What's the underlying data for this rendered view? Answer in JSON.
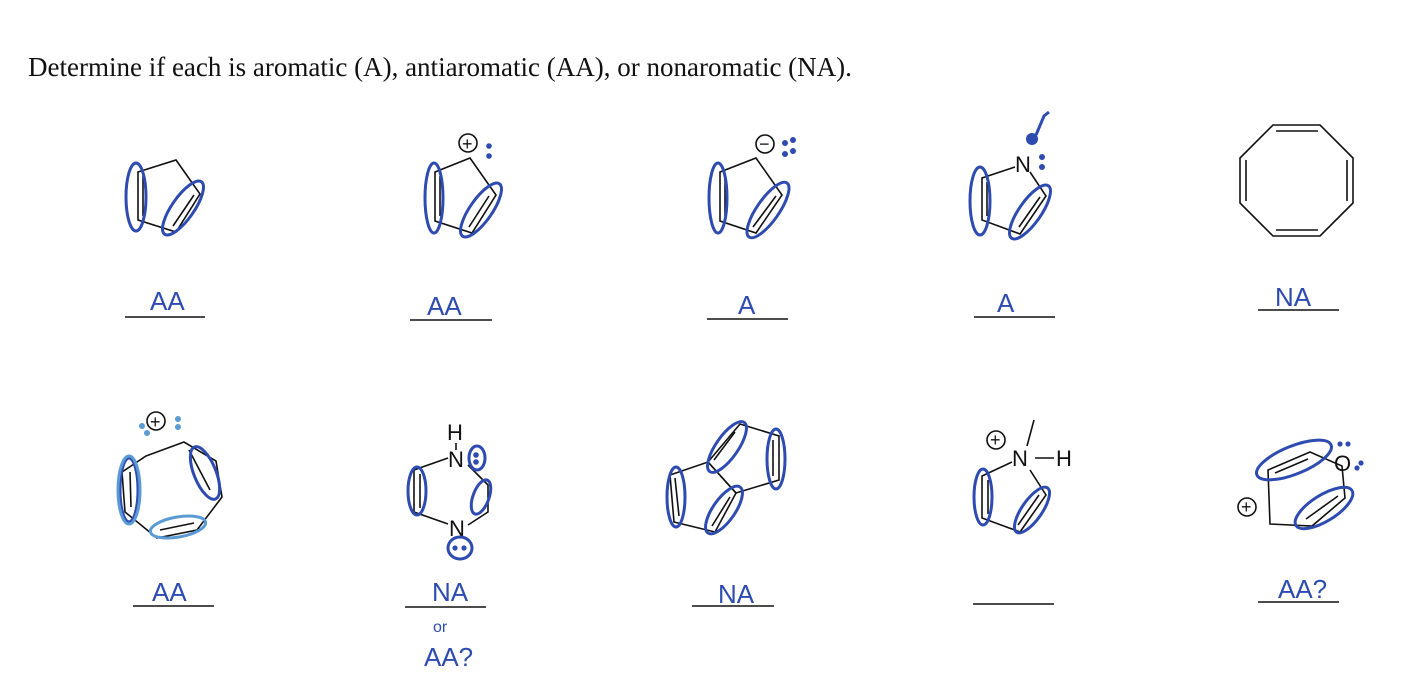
{
  "question": {
    "prompt": "Determine if each is aromatic (A), antiaromatic (AA), or nonaromatic (NA)."
  },
  "molecules": [
    {
      "id": 1,
      "answer": "AA"
    },
    {
      "id": 2,
      "answer": "AA",
      "charge": "+"
    },
    {
      "id": 3,
      "answer": "A",
      "charge": "−"
    },
    {
      "id": 4,
      "answer": "A",
      "heteroatom": "N"
    },
    {
      "id": 5,
      "answer": "NA"
    },
    {
      "id": 6,
      "answer": "AA",
      "charge": "+"
    },
    {
      "id": 7,
      "answer": "NA",
      "answer_note": [
        "or",
        "AA?"
      ],
      "heteroatoms": [
        "H",
        "N",
        "N"
      ]
    },
    {
      "id": 8,
      "answer": "NA"
    },
    {
      "id": 9,
      "answer": "",
      "charge": "+",
      "heteroatom": "N",
      "substituent": "H"
    },
    {
      "id": 10,
      "answer": "AA?",
      "charge": "+",
      "heteroatom": "O"
    }
  ],
  "colors": {
    "ink": "#2d4bb0",
    "ink_light": "#5b9bd5",
    "structure": "#111111"
  }
}
